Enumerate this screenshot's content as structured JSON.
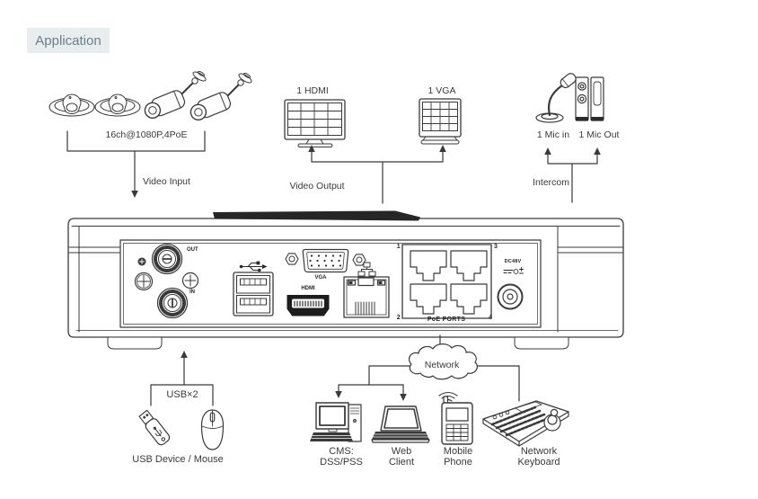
{
  "page": {
    "title": "Application"
  },
  "colors": {
    "header_bg": "#e8edef",
    "header_text": "#6f7e86",
    "line": "#3a3a3a",
    "dark": "#222222"
  },
  "video_input": {
    "cameras_caption": "16ch@1080P,4PoE",
    "arrow_label": "Video Input"
  },
  "video_output": {
    "hdmi_caption": "1 HDMI",
    "vga_caption": "1 VGA",
    "arrow_label": "Video Output"
  },
  "intercom": {
    "mic_in_caption": "1 Mic in",
    "mic_out_caption": "1 Mic Out",
    "arrow_label": "Intercom"
  },
  "rear_panel": {
    "audio_out_label": "OUT",
    "audio_in_label": "IN",
    "vga_label": "VGA",
    "hdmi_label": "HDMI",
    "poe_port_1": "1",
    "poe_port_2": "2",
    "poe_port_3": "3",
    "poe_port_4": "4",
    "poe_ports_label": "PoE PORTS",
    "dc_label": "DC48V"
  },
  "usb": {
    "count_label": "USB×2",
    "caption": "USB Device / Mouse"
  },
  "network": {
    "cloud_label": "Network",
    "cms_caption_line1": "CMS:",
    "cms_caption_line2": "DSS/PSS",
    "web_caption_line1": "Web",
    "web_caption_line2": "Client",
    "mobile_caption_line1": "Mobile",
    "mobile_caption_line2": "Phone",
    "keyboard_caption_line1": "Network",
    "keyboard_caption_line2": "Keyboard"
  }
}
